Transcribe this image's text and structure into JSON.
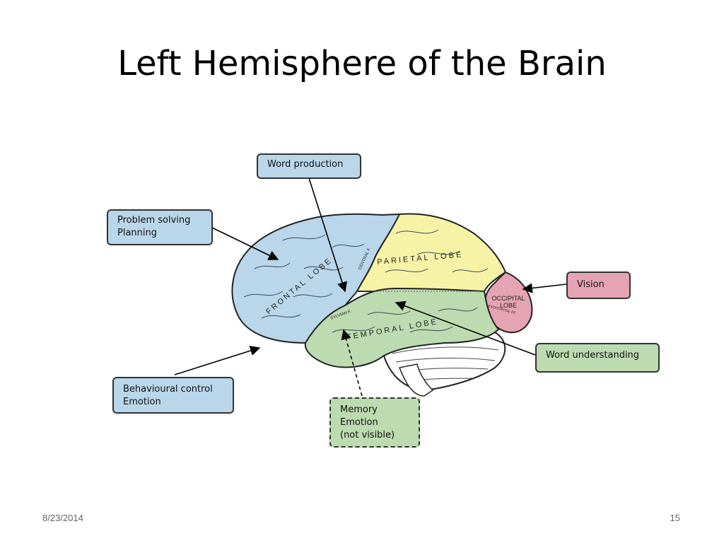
{
  "slide": {
    "title": "Left Hemisphere of the Brain",
    "date": "8/23/2014",
    "page_number": "15"
  },
  "diagram": {
    "lobe_labels": {
      "frontal": "FRONTAL LOBE",
      "parietal": "PARIETAL LOBE",
      "temporal": "TEMPORAL LOBE",
      "occipital_line1": "OCCIPITAL",
      "occipital_line2": "LOBE",
      "central": "CENTRAL F.",
      "sylvian": "SYLVIAN F.",
      "exoccipital": "EXOCCIPITAL FF."
    },
    "callouts": {
      "word_production": "Word production",
      "problem_solving": [
        "Problem solving",
        "Planning"
      ],
      "vision": "Vision",
      "word_understanding": "Word understanding",
      "behavioural": [
        "Behavioural control",
        "Emotion"
      ],
      "memory": [
        "Memory",
        "Emotion",
        "(not visible)"
      ]
    },
    "colors": {
      "frontal": "#b9d6ea",
      "parietal": "#f7f3a6",
      "temporal": "#bcdbb0",
      "occipital": "#e6a3b3",
      "cerebellum": "#ffffff"
    }
  }
}
